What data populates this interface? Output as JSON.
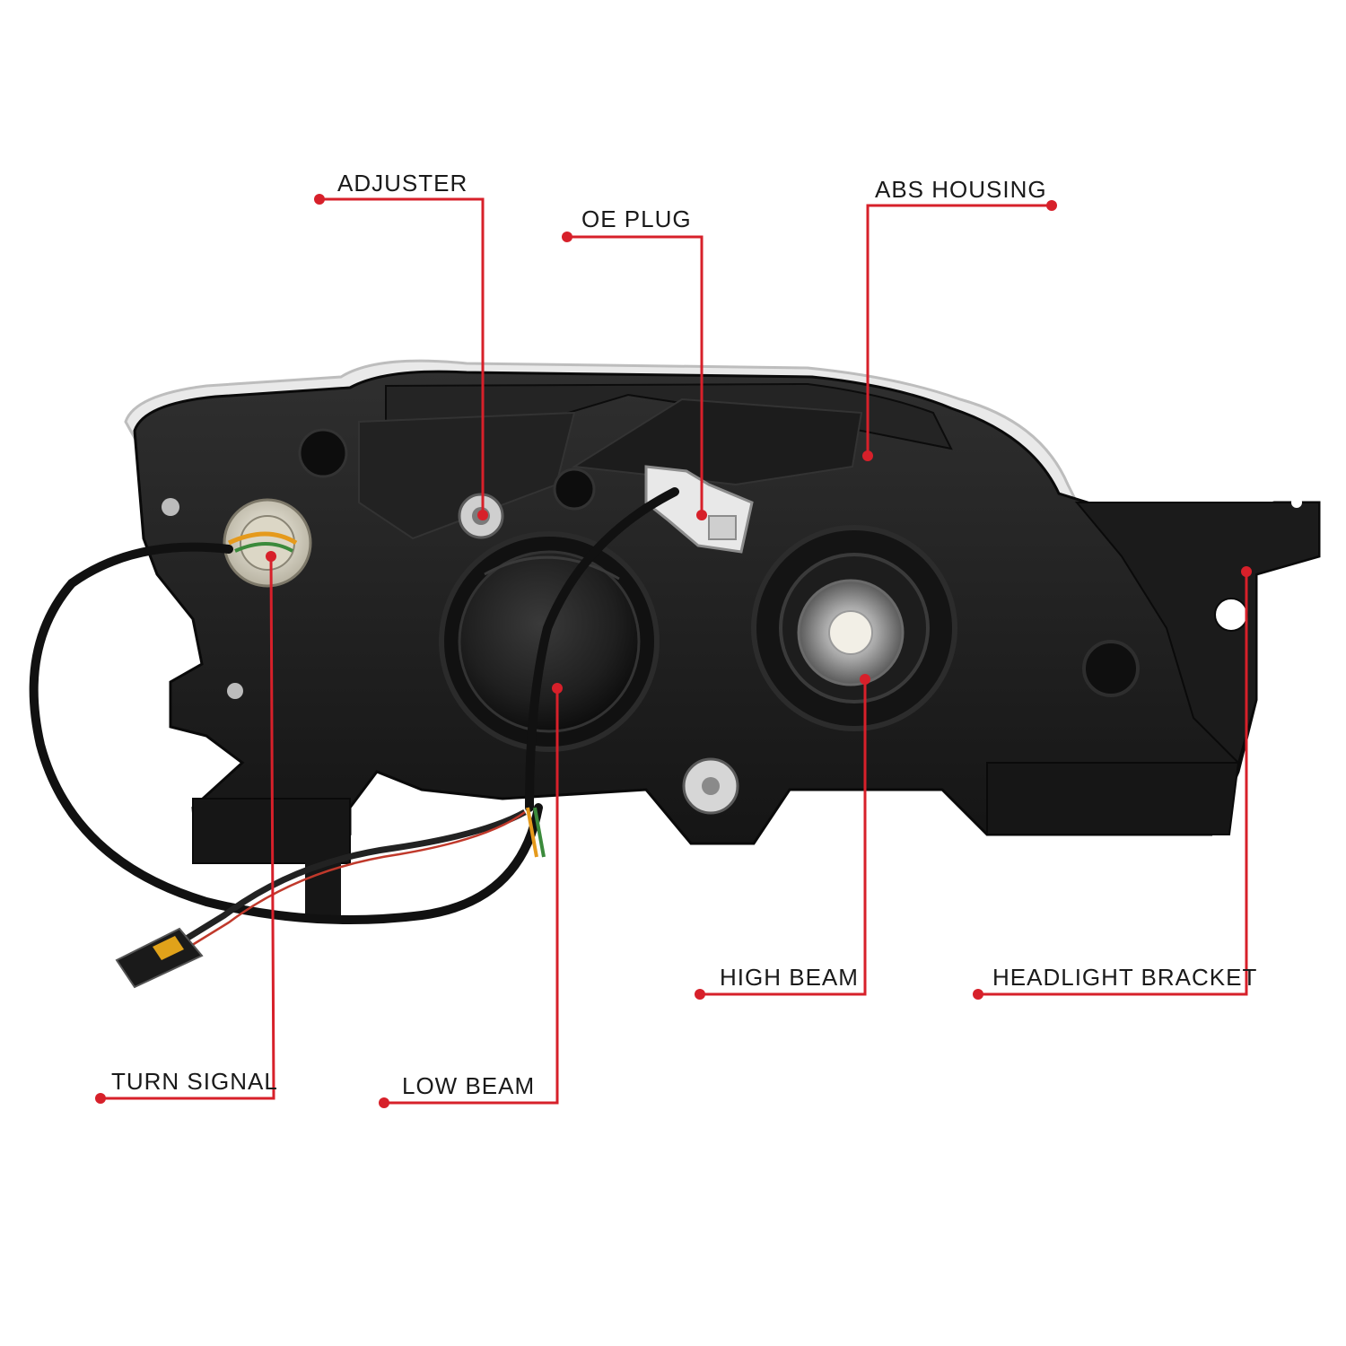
{
  "colors": {
    "background": "#ffffff",
    "leader": "#d7202a",
    "label_text": "#1a1a1a",
    "housing_dark": "#151515",
    "housing_mid": "#2a2a2a",
    "housing_light": "#3a3a3a",
    "cable": "#111111",
    "chrome": "#9a9a9a"
  },
  "callouts": {
    "adjuster": "ADJUSTER",
    "oe_plug": "OE PLUG",
    "abs_housing": "ABS HOUSING",
    "high_beam": "HIGH BEAM",
    "headlight_bracket": "HEADLIGHT BRACKET",
    "turn_signal": "TURN SIGNAL",
    "low_beam": "LOW BEAM"
  }
}
